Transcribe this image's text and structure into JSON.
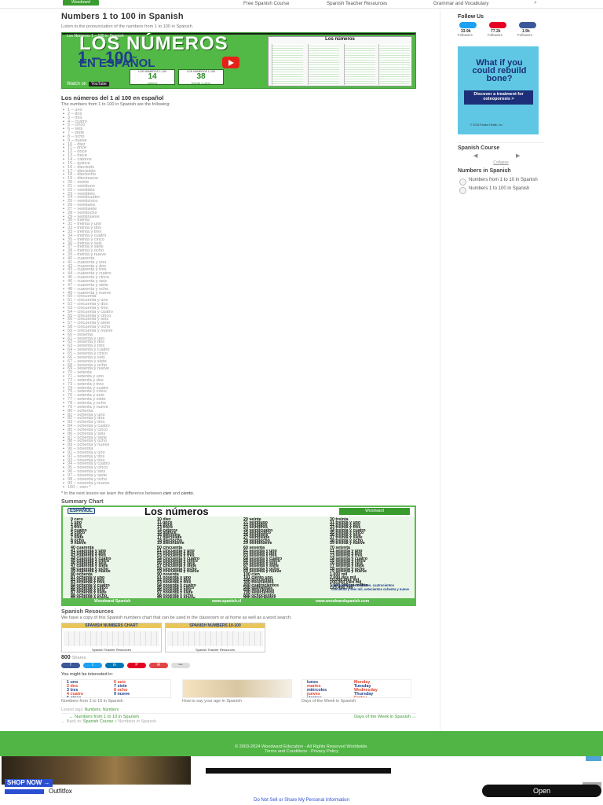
{
  "nav": {
    "logo": "Woodward",
    "items": [
      "Free Spanish Course",
      "Spanish Teacher Resources",
      "Grammar and Vocabulary"
    ]
  },
  "page": {
    "title": "Numbers 1 to 100 in Spanish",
    "intro": "Listen to the pronunciation of the numbers from 1 to 100 in Spanish.",
    "subheading": "Los números del 1 al 100 en español",
    "list_intro": "The numbers from 1 to 100 in Spanish are the following:",
    "note_pre": "* In the next lesson we learn the difference between",
    "note_w1": "cien",
    "note_and": "and",
    "note_w2": "ciento",
    "summary_heading": "Summary Chart",
    "resources_heading": "Spanish Resources",
    "resources_intro": "We have a copy of this Spanish numbers chart that can be used in the classroom or at home as well as a word search:"
  },
  "video": {
    "top": "Los Números 1 – 100 in Spanish",
    "line1": "LOS NÚMEROS",
    "line2": "1 – 100",
    "line3": "EN ESPAÑOL",
    "card_small": "LOS NÚMEROS 1-100",
    "card1_num": "14",
    "card1_word": "catorce",
    "card2_num": "38",
    "card2_word": "treinta y ocho",
    "watch": "Watch on",
    "yt": "YouTube",
    "sheet_title": "Los números"
  },
  "numbers": [
    "1 – uno",
    "2 – dos",
    "3 – tres",
    "4 – cuatro",
    "5 – cinco",
    "6 – seis",
    "7 – siete",
    "8 – ocho",
    "9 – nueve",
    "10 – diez",
    "11 – once",
    "12 – doce",
    "13 – trece",
    "14 – catorce",
    "15 – quince",
    "16 – dieciséis",
    "17 – diecisiete",
    "18 – dieciocho",
    "19 – diecinueve",
    "20 – veinte",
    "21 – veintiuno",
    "22 – veintidós",
    "23 – veintitrés",
    "24 – veinticuatro",
    "25 – veinticinco",
    "26 – veintiséis",
    "27 – veintisiete",
    "28 – veintiocho",
    "29 – veintinueve",
    "30 – treinta",
    "31 – treinta y uno",
    "32 – treinta y dos",
    "33 – treinta y tres",
    "34 – treinta y cuatro",
    "35 – treinta y cinco",
    "36 – treinta y seis",
    "37 – treinta y siete",
    "38 – treinta y ocho",
    "39 – treinta y nueve",
    "40 – cuarenta",
    "41 – cuarenta y uno",
    "42 – cuarenta y dos",
    "43 – cuarenta y tres",
    "44 – cuarenta y cuatro",
    "45 – cuarenta y cinco",
    "46 – cuarenta y seis",
    "47 – cuarenta y siete",
    "48 – cuarenta y ocho",
    "49 – cuarenta y nueve",
    "50 – cincuenta",
    "51 – cincuenta y uno",
    "52 – cincuenta y dos",
    "53 – cincuenta y tres",
    "54 – cincuenta y cuatro",
    "55 – cincuenta y cinco",
    "56 – cincuenta y seis",
    "57 – cincuenta y siete",
    "58 – cincuenta y ocho",
    "59 – cincuenta y nueve",
    "60 – sesenta",
    "61 – sesenta y uno",
    "62 – sesenta y dos",
    "63 – sesenta y tres",
    "64 – sesenta y cuatro",
    "65 – sesenta y cinco",
    "66 – sesenta y seis",
    "67 – sesenta y siete",
    "68 – sesenta y ocho",
    "69 – sesenta y nueve",
    "70 – setenta",
    "71 – setenta y uno",
    "72 – setenta y dos",
    "73 – setenta y tres",
    "74 – setenta y cuatro",
    "75 – setenta y cinco",
    "76 – setenta y seis",
    "77 – setenta y siete",
    "78 – setenta y ocho",
    "79 – setenta y nueve",
    "80 – ochenta",
    "81 – ochenta y uno",
    "82 – ochenta y dos",
    "83 – ochenta y tres",
    "84 – ochenta y cuatro",
    "85 – ochenta y cinco",
    "86 – ochenta y seis",
    "87 – ochenta y siete",
    "88 – ochenta y ocho",
    "89 – ochenta y nueve",
    "90 – noventa",
    "91 – noventa y uno",
    "92 – noventa y dos",
    "93 – noventa y tres",
    "94 – noventa y cuatro",
    "95 – noventa y cinco",
    "96 – noventa y seis",
    "97 – noventa y siete",
    "98 – noventa y ocho",
    "99 – noventa y nueve",
    "100 – cien *"
  ],
  "chart": {
    "badge": "ESPAÑOL",
    "title": "Los números",
    "brand": "Woodward",
    "footer_left": "Woodward Spanish",
    "footer_mid": "www.spanish.cl",
    "footer_right": "www.woodwardspanish.com",
    "columns": [
      [
        "0 cero",
        "1 uno",
        "2 dos",
        "3 tres",
        "4 cuatro",
        "5 cinco",
        "6 seis",
        "7 siete",
        "8 ocho",
        "9 nueve"
      ],
      [
        "10 diez",
        "11 once",
        "12 doce",
        "13 trece",
        "14 catorce",
        "15 quince",
        "16 dieciséis",
        "17 diecisiete",
        "18 dieciocho",
        "19 diecinueve"
      ],
      [
        "20 veinte",
        "21 veintiuno",
        "22 veintidós",
        "23 veintitrés",
        "24 veinticuatro",
        "25 veinticinco",
        "26 veintiséis",
        "27 veintisiete",
        "28 veintiocho",
        "29 veintinueve"
      ],
      [
        "30 treinta",
        "31 treinta y uno",
        "32 treinta y dos",
        "33 treinta y tres",
        "34 treinta y cuatro",
        "35 treinta y cinco",
        "36 treinta y seis",
        "37 treinta y siete",
        "38 treinta y ocho",
        "39 treinta y nueve"
      ],
      [
        "40 cuarenta",
        "41 cuarenta y uno",
        "42 cuarenta y dos",
        "43 cuarenta y tres",
        "44 cuarenta y cuatro",
        "45 cuarenta y cinco",
        "46 cuarenta y seis",
        "47 cuarenta y siete",
        "48 cuarenta y ocho",
        "49 cuarenta y nueve"
      ],
      [
        "50 cincuenta",
        "51 cincuenta y uno",
        "52 cincuenta y dos",
        "53 cincuenta y tres",
        "54 cincuenta y cuatro",
        "55 cincuenta y cinco",
        "56 cincuenta y seis",
        "57 cincuenta y siete",
        "58 cincuenta y ocho",
        "59 cincuenta y nueve"
      ],
      [
        "60 sesenta",
        "61 sesenta y uno",
        "62 sesenta y dos",
        "63 sesenta y tres",
        "64 sesenta y cuatro",
        "65 sesenta y cinco",
        "66 sesenta y seis",
        "67 sesenta y siete",
        "68 sesenta y ocho",
        "69 sesenta y nueve"
      ],
      [
        "70 setenta",
        "71 setenta y uno",
        "72 setenta y dos",
        "73 setenta y tres",
        "74 setenta y cuatro",
        "75 setenta y cinco",
        "76 setenta y seis",
        "77 setenta y siete",
        "78 setenta y ocho",
        "79 setenta y nueve"
      ],
      [
        "80 ochenta",
        "81 ochenta y uno",
        "82 ochenta y dos",
        "83 ochenta y tres",
        "84 ochenta y cuatro",
        "85 ochenta y cinco",
        "86 ochenta y seis",
        "87 ochenta y siete",
        "88 ochenta y ocho",
        "89 ochenta y nueve"
      ],
      [
        "90 noventa",
        "91 noventa y uno",
        "92 noventa y dos",
        "93 noventa y tres",
        "94 noventa y cuatro",
        "95 noventa y cinco",
        "96 noventa y seis",
        "97 noventa y siete",
        "98 noventa y ocho",
        "99 noventa y nueve"
      ],
      [
        "100 cien",
        "101 ciento uno",
        "200 doscientos",
        "300 trescientos",
        "400 cuatrocientos",
        "500 quinientos",
        "600 seiscientos",
        "700 setecientos",
        "800 ochocientos",
        "900 novecientos"
      ],
      [
        "1.000 mil",
        "2.000 dos mil",
        "10.000 diez mil",
        "100.000 cien mil",
        "1.000.000 un millón",
        "123.456.789"
      ]
    ],
    "big_number_words": "ciento veintitrés millones, cuatrocientos cincuenta y seis mil, setecientos ochenta y nueve"
  },
  "thumbs": [
    {
      "title": "SPANISH NUMBERS CHART",
      "footer": "Spanish Teacher Resources"
    },
    {
      "title": "SPANISH NUMBERS 10-100",
      "footer": "Spanish Teacher Resources"
    }
  ],
  "share": {
    "count": "800",
    "label": "Shares",
    "buttons": [
      "f",
      "t",
      "in",
      "P",
      "✉",
      "•••"
    ]
  },
  "related": {
    "heading": "You might be interested in:",
    "items": [
      {
        "caption": "Numbers from 1 to 10 in Spanish",
        "lines": [
          "1 uno",
          "2 dos",
          "3 tres",
          "4 cuatro",
          "5 cinco",
          "6 seis",
          "7 siete",
          "8 ocho",
          "9 nueve"
        ]
      },
      {
        "caption": "How to say your age in Spanish",
        "lines": []
      },
      {
        "caption": "Days of the Week in Spanish",
        "lines": [
          "lunes",
          "martes",
          "miércoles",
          "jueves",
          "viernes",
          "Monday",
          "Tuesday",
          "Wednesday",
          "Thursday",
          "Friday"
        ]
      }
    ]
  },
  "lesson_tags": {
    "label": "Lesson tags:",
    "tag": "Numbers",
    "tag2": "Numbers"
  },
  "post_nav": {
    "prev": "← Numbers from 1 to 10 in Spanish",
    "next": "Days of the Week in Spanish →"
  },
  "breadcrumb": {
    "back": "← Back to:",
    "link": "Spanish Course",
    "current": "> Numbers in Spanish"
  },
  "sidebar": {
    "follow": "Follow Us",
    "counts": [
      "33.9k",
      "77.2k",
      "1.9k"
    ],
    "labels": [
      "Followers",
      "Followers",
      "Followers"
    ],
    "ad_headline": "What if you could rebuild bone?",
    "ad_button": "Discover a treatment for osteoporosis >",
    "ad_small": "© 2024 Radius Health, Inc.",
    "course_title": "Spanish Course",
    "collapse": "Collapse",
    "section": "Numbers in Spanish",
    "items": [
      "Numbers from 1 to 10 in Spanish",
      "Numbers 1 to 100 in Spanish"
    ]
  },
  "footer": {
    "copyright": "© 2003-2024 Woodward Education - All Rights Reserved Worldwide.",
    "links": "Terms and Conditions - Privacy Policy"
  },
  "bottom_ad": {
    "shop": "SHOP NOW →",
    "brand": "Outfitfox",
    "open": "Open",
    "dns": "Do Not Sell or Share My Personal Information"
  }
}
